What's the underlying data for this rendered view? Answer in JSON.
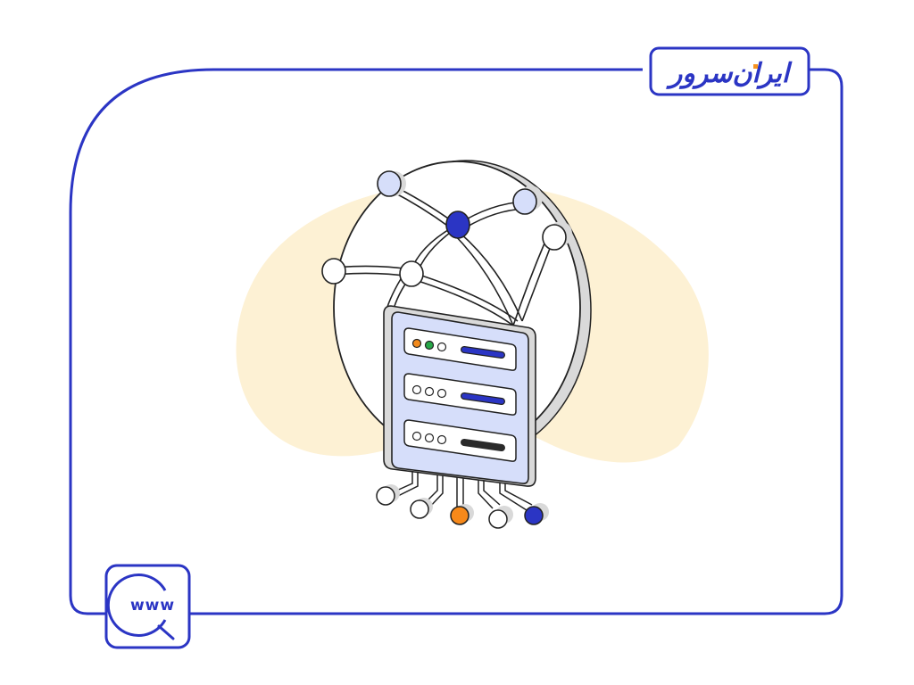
{
  "brand": {
    "logo_text": "ایران‌سرور",
    "logo_text_main": "ایران",
    "logo_text_second": "سرور",
    "primary_color": "#2b35c4",
    "accent_color": "#f7931e"
  },
  "illustration": {
    "subject": "server-network",
    "blob_color": "#fdf1d4",
    "globe_fill": "#ffffff",
    "server_panel_color": "#d6defa",
    "server_units": [
      {
        "leds": [
          "#f28a1d",
          "#26a647",
          "#ffffff"
        ],
        "bar_color": "#2b35c4"
      },
      {
        "leds": [
          "#ffffff",
          "#ffffff",
          "#ffffff"
        ],
        "bar_color": "#2b35c4"
      },
      {
        "leds": [
          "#ffffff",
          "#ffffff",
          "#ffffff"
        ],
        "bar_color": "#2a2a2a"
      }
    ],
    "connector_nodes": [
      "#ffffff",
      "#ffffff",
      "#f7891a",
      "#ffffff",
      "#2b35c4"
    ],
    "network_nodes": [
      "#d6defa",
      "#2b35c4",
      "#d6defa",
      "#ffffff",
      "#ffffff",
      "#ffffff"
    ]
  },
  "badge": {
    "icon": "www-search-icon",
    "text": "www"
  }
}
